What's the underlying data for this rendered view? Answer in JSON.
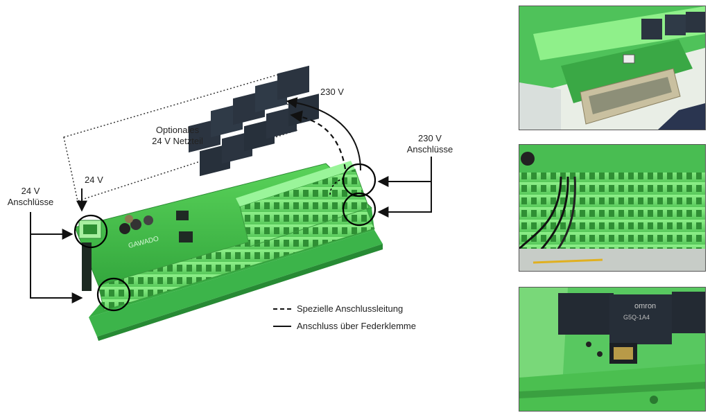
{
  "labels": {
    "optional_psu_line1": "Optionales",
    "optional_psu_line2": "24 V Netzteil",
    "v24": "24 V",
    "v230": "230 V",
    "conn230_line1": "230 V",
    "conn230_line2": "Anschlüsse",
    "conn24_line1": "24 V",
    "conn24_line2": "Anschlüsse",
    "brand": "GAWADO"
  },
  "legend": {
    "dashed": "Spezielle Anschlussleitung",
    "solid": "Anschluss über Federklemme"
  },
  "relay_marks": {
    "brand": "omron",
    "code": "G5Q-1A4"
  },
  "colors": {
    "board_green": "#42c24a",
    "terminal_green": "#7fe07a",
    "relay_dark": "#2b3440",
    "line": "#111111"
  }
}
